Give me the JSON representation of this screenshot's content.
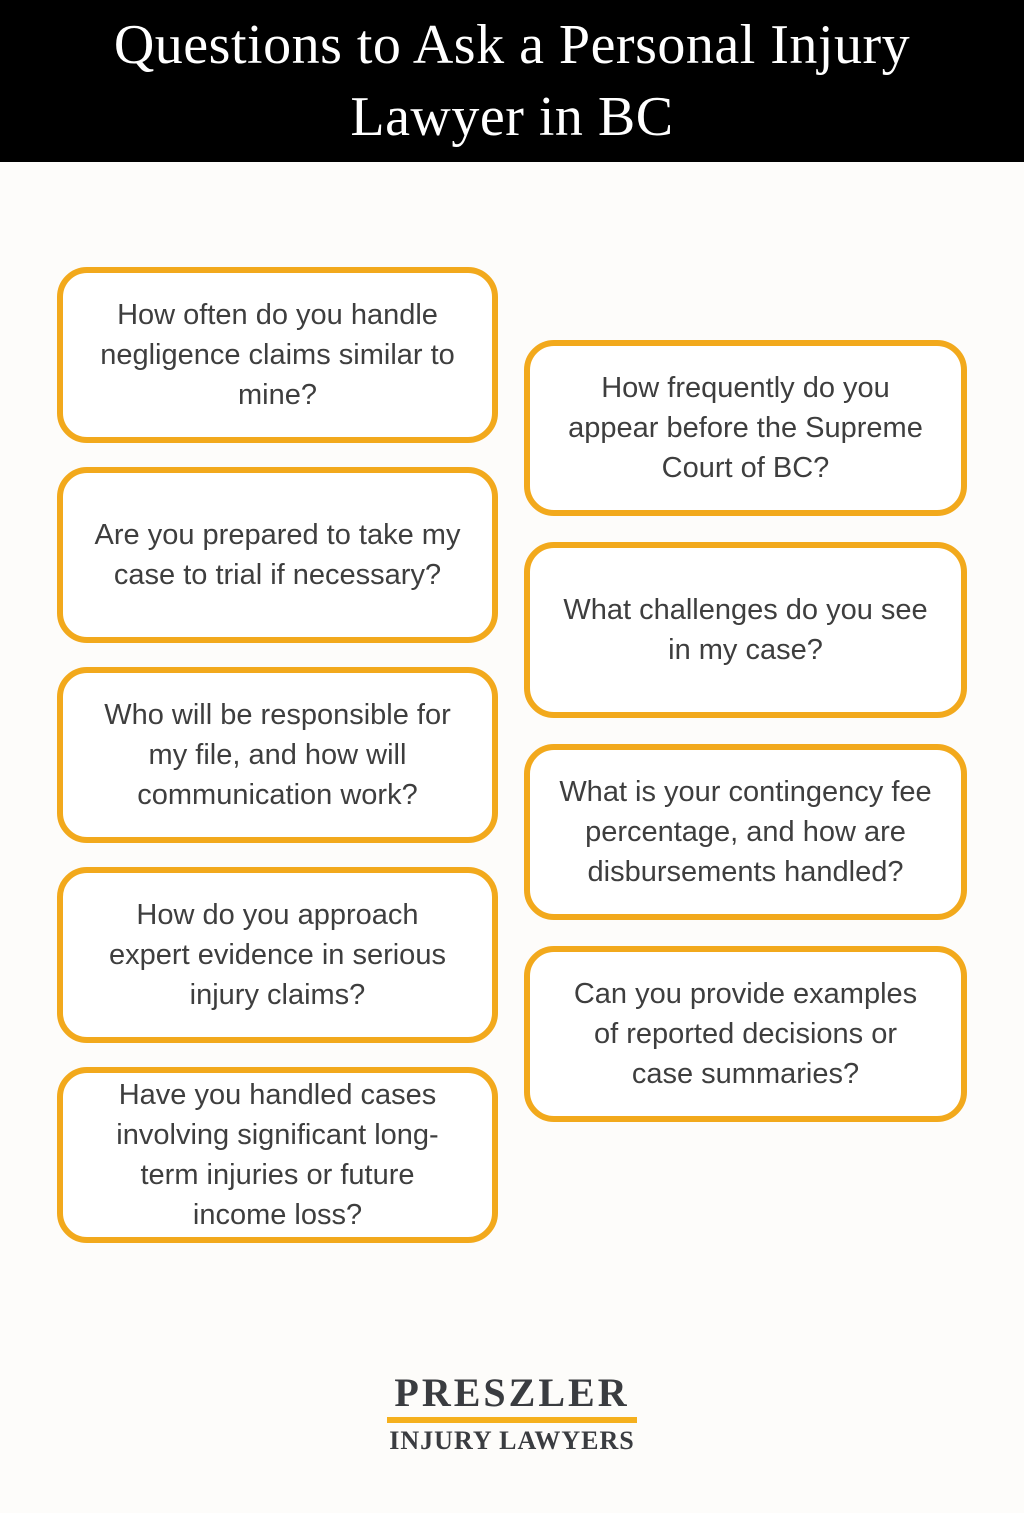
{
  "header": {
    "title": "Questions to Ask a Personal Injury\nLawyer in BC",
    "background_color": "#000000",
    "text_color": "#FFFFFF"
  },
  "style": {
    "card_border_color": "#F2A91C",
    "card_background": "#FFFFFF",
    "card_text_color": "#3E3E3E",
    "page_background": "#FDFCFA"
  },
  "questions": {
    "left": [
      "How often do you handle\nnegligence claims similar to\nmine?",
      "Are you prepared to take my\ncase to trial if necessary?",
      "Who will be responsible for\nmy file, and how will\ncommunication work?",
      "How do you approach\nexpert evidence in serious\ninjury claims?",
      "Have you handled cases\ninvolving significant long-\nterm injuries or future\nincome loss?"
    ],
    "right": [
      "How frequently do you\nappear before the Supreme\nCourt of BC?",
      "What challenges do you see\nin my case?",
      "What is your contingency fee\npercentage, and how are\ndisbursements handled?",
      "Can you provide examples\nof reported decisions or\ncase summaries?"
    ]
  },
  "logo": {
    "name": "PRESZLER",
    "tagline": "INJURY LAWYERS",
    "divider_color": "#F5B01E",
    "text_color": "#3A3C40"
  }
}
